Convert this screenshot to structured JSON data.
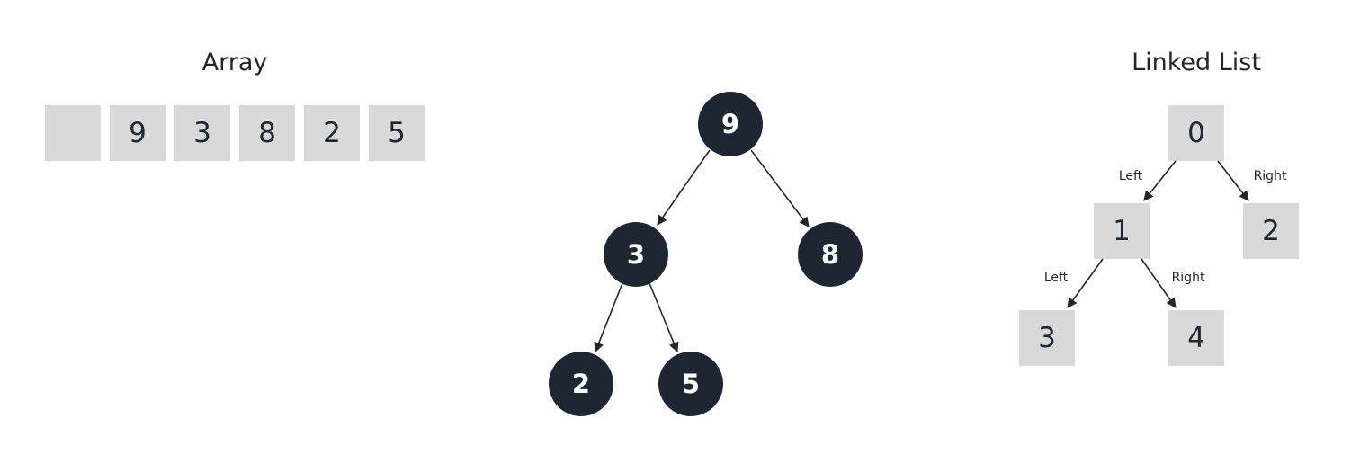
{
  "array": {
    "title": "Array",
    "cells": [
      "",
      "9",
      "3",
      "8",
      "2",
      "5"
    ]
  },
  "tree": {
    "nodes": [
      {
        "id": "n0",
        "label": "9"
      },
      {
        "id": "n1",
        "label": "3"
      },
      {
        "id": "n2",
        "label": "8"
      },
      {
        "id": "n3",
        "label": "2"
      },
      {
        "id": "n4",
        "label": "5"
      }
    ],
    "edges": [
      {
        "from": "n0",
        "to": "n1"
      },
      {
        "from": "n0",
        "to": "n2"
      },
      {
        "from": "n1",
        "to": "n3"
      },
      {
        "from": "n1",
        "to": "n4"
      }
    ],
    "colors": {
      "node_fill": "#1e2633",
      "node_text": "#ffffff",
      "edge": "#1e2633"
    }
  },
  "linked_list": {
    "title": "Linked List",
    "nodes": [
      {
        "id": "l0",
        "label": "0"
      },
      {
        "id": "l1",
        "label": "1"
      },
      {
        "id": "l2",
        "label": "2"
      },
      {
        "id": "l3",
        "label": "3"
      },
      {
        "id": "l4",
        "label": "4"
      }
    ],
    "edges": [
      {
        "from": "l0",
        "to": "l1",
        "label": "Left"
      },
      {
        "from": "l0",
        "to": "l2",
        "label": "Right"
      },
      {
        "from": "l1",
        "to": "l3",
        "label": "Left"
      },
      {
        "from": "l1",
        "to": "l4",
        "label": "Right"
      }
    ],
    "colors": {
      "box_fill": "#d9d9d9",
      "text": "#1e2633"
    }
  }
}
